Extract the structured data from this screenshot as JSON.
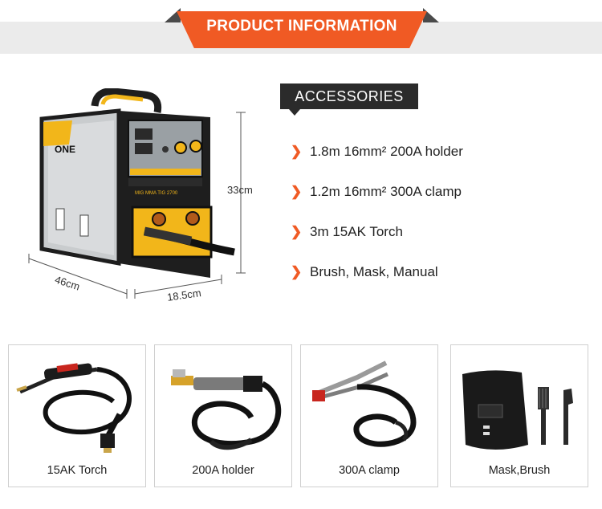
{
  "header": {
    "title": "PRODUCT INFORMATION"
  },
  "accessories": {
    "heading": "ACCESSORIES",
    "items": [
      {
        "text": "1.8m 16mm² 200A holder"
      },
      {
        "text": "1.2m 16mm² 300A clamp"
      },
      {
        "text": "3m 15AK Torch"
      },
      {
        "text": "Brush, Mask, Manual"
      }
    ]
  },
  "machine": {
    "brand": "ONE",
    "model": "MIG MMA TIG 2700",
    "dimensions": {
      "depth": "46cm",
      "width": "18.5cm",
      "height": "33cm"
    }
  },
  "cards": [
    {
      "label": "15AK Torch"
    },
    {
      "label": "200A holder"
    },
    {
      "label": "300A clamp"
    },
    {
      "label": "Mask,Brush"
    }
  ],
  "colors": {
    "accent": "#f05a24",
    "dark": "#2b2b2b",
    "yellow": "#f2b61a"
  }
}
